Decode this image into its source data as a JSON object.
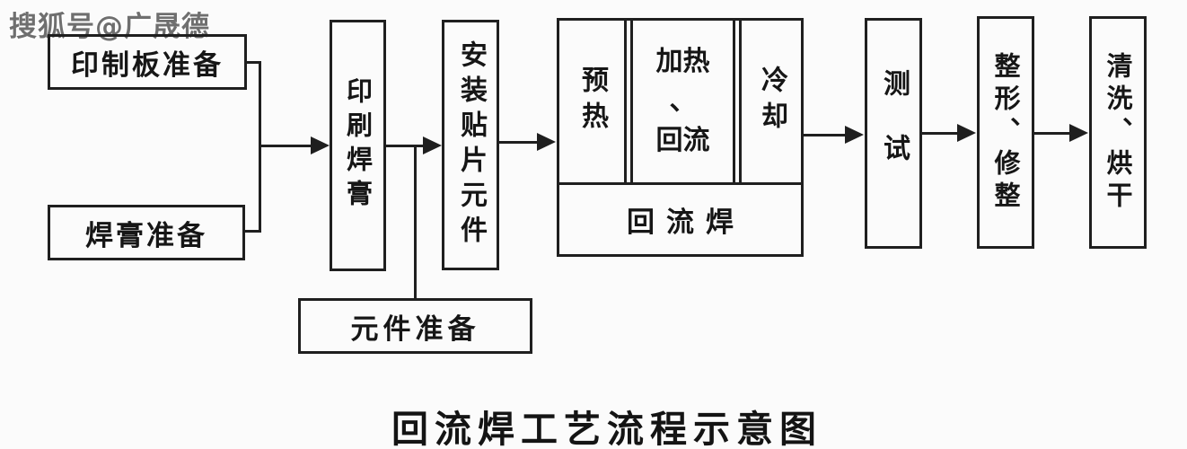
{
  "watermark": "搜狐号@广晟德",
  "title": "回流焊工艺流程示意图",
  "nodes": {
    "pcb_prep": {
      "label": "印制板准备"
    },
    "paste_prep": {
      "label": "焊膏准备"
    },
    "print_paste": {
      "label": "印刷焊膏"
    },
    "mount_smd": {
      "label": "安装贴片元件"
    },
    "component_prep": {
      "label": "元件准备"
    },
    "reflow": {
      "preheat": "预热",
      "heating_line1": "加热",
      "heating_line2": "、",
      "heating_line3": "回流",
      "cooling": "冷却",
      "label": "回流焊"
    },
    "test": {
      "label": "测试"
    },
    "reshape": {
      "label": "整形、修整"
    },
    "clean": {
      "label": "清洗、烘干"
    }
  },
  "flow": [
    "印制板准备 → 印刷焊膏",
    "焊膏准备 → 印刷焊膏",
    "印刷焊膏 → 安装贴片元件",
    "元件准备 → 安装贴片元件",
    "安装贴片元件 → 回流焊(预热 / 加热、回流 / 冷却)",
    "回流焊 → 测试",
    "测试 → 整形、修整",
    "整形、修整 → 清洗、烘干"
  ],
  "colors": {
    "line": "#1f1f1f",
    "background": "#fbfbfb",
    "watermark": "#6f6f6f"
  }
}
